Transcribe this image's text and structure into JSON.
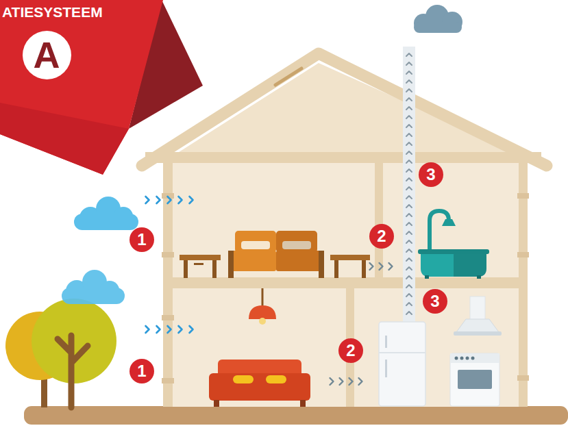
{
  "diagram": {
    "nodes": [
      {
        "text": [
          "ATIESYSTEEM"
        ]
      },
      {
        "text": [
          "A"
        ],
        "in": 0
      },
      {
        "text": [
          "3"
        ]
      },
      {
        "text": [
          "2"
        ]
      },
      {
        "text": [
          "1"
        ]
      },
      {
        "text": [
          "3"
        ]
      },
      {
        "text": [
          "2"
        ]
      },
      {
        "text": [
          "1"
        ]
      }
    ]
  }
}
